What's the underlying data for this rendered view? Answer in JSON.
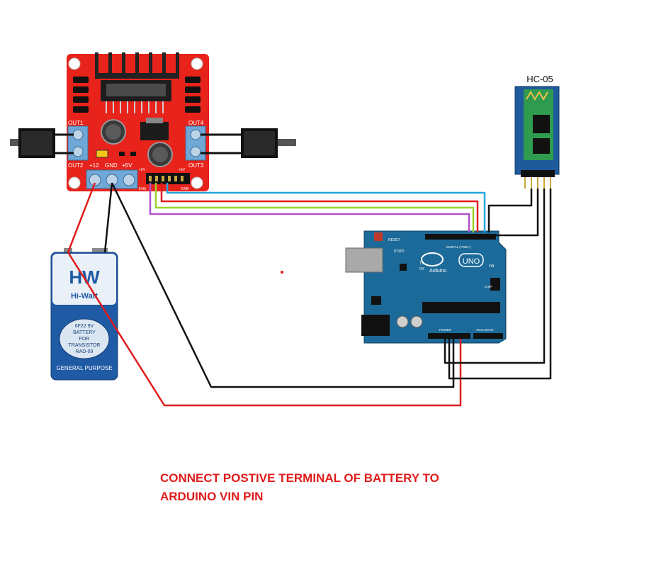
{
  "driver": {
    "out1": "OUT1",
    "out2": "OUT2",
    "out3": "OUT3",
    "out4": "OUT4",
    "v12": "+12",
    "gnd": "GND",
    "v5": "+5V",
    "pin_v5_left": "+5V",
    "pin_v5_right": "+5V",
    "pin_ena": "ENA",
    "pin_enb": "ENB"
  },
  "bluetooth": {
    "title": "HC-05"
  },
  "battery": {
    "brand_logo": "HW",
    "brand": "Hi-Watt",
    "sticker_line1": "6F22 9V",
    "sticker_line2": "BATTERY",
    "sticker_line3": "FOR",
    "sticker_line4": "TRANSISTOR",
    "sticker_line5": "RAD-09",
    "footer": "GENERAL PURPOSE"
  },
  "arduino": {
    "reset": "RESET",
    "icsp2": "ICSP2",
    "logo_text": "Arduino",
    "model": "UNO",
    "tx": "TX",
    "rx": "RX",
    "on": "ON",
    "digital": "DIGITAL (PWM~)",
    "power": "POWER",
    "analog": "ANALOG IN",
    "icsp": "ICSP"
  },
  "note": {
    "line1": "CONNECT POSTIVE TERMINAL OF BATTERY TO",
    "line2": "ARDUINO VIN PIN"
  },
  "colors": {
    "driver_board": "#e8231b",
    "arduino_board": "#1c6a99",
    "hc05_board": "#1e5a9c",
    "wire_black": "#111111",
    "wire_red": "#e01b1b",
    "wire_blue": "#29a6e0",
    "wire_green": "#9bd02a",
    "wire_purple": "#b250c8",
    "note_text": "#e01b1b"
  }
}
